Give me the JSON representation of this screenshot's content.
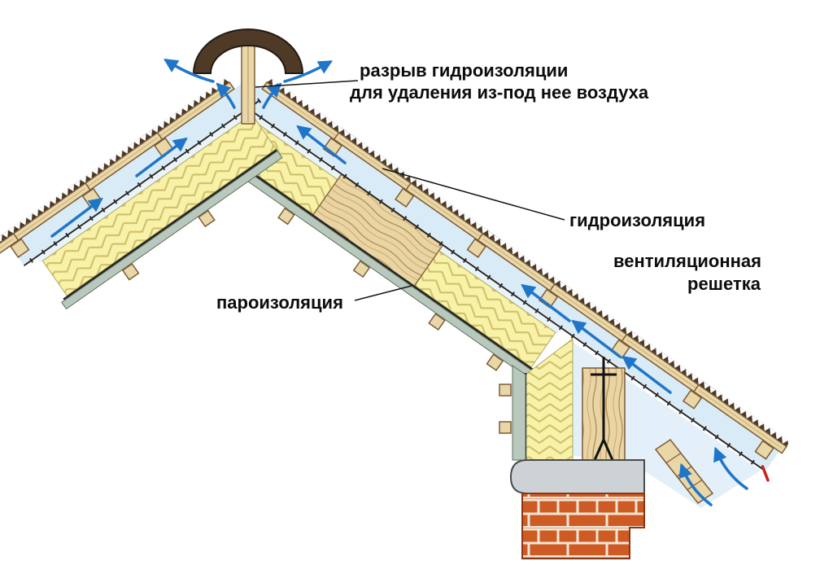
{
  "diagram": {
    "labels": {
      "hydro_break_line1": "разрыв гидроизоляции",
      "hydro_break_line2": "для удаления из-под нее воздуха",
      "waterproofing": "гидроизоляция",
      "vent_grille_line1": "вентиляционная",
      "vent_grille_line2": "решетка",
      "vapor_barrier": "пароизоляция"
    },
    "colors": {
      "background": "#ffffff",
      "insulation_yellow": "#f8f1a8",
      "insulation_hatch": "#cfc06a",
      "vent_gap_blue": "#d9ebf7",
      "eaves_air_blue": "#e3f0f9",
      "wood_light": "#ead7a8",
      "wood_grain": "#b08a50",
      "ridge_cap_brown": "#4e3a27",
      "membrane_black": "#2a2a2a",
      "lining_green": "#b8c8bc",
      "brick_orange": "#cf5b24",
      "mortar_cream": "#f0e7d8",
      "concrete_grey": "#cdd2d6",
      "arrow_blue": "#1f76c8",
      "drip_edge_red": "#cc2020"
    }
  }
}
